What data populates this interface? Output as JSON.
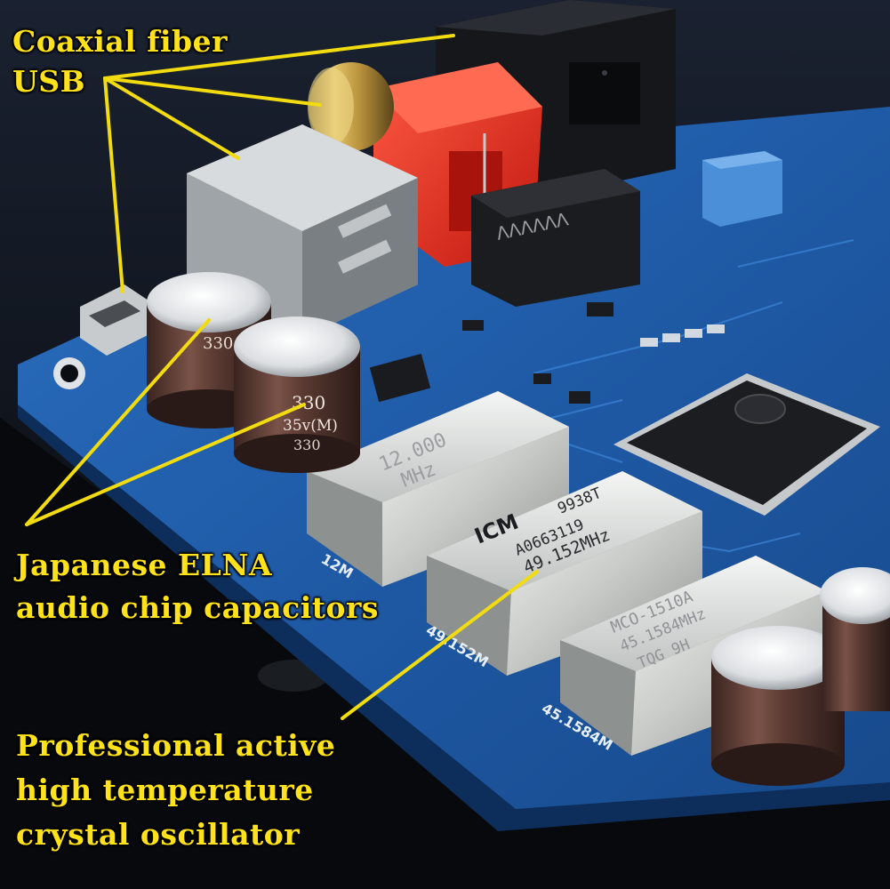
{
  "callouts": {
    "inputs": [
      "Coaxial fiber",
      "USB"
    ],
    "capacitors": [
      "Japanese ELNA",
      "audio chip capacitors"
    ],
    "oscillator": [
      "Professional active",
      "high temperature",
      "crystal oscillator"
    ]
  },
  "component_markings": {
    "crystal_12m": [
      "12.000",
      "MHz"
    ],
    "crystal_49m_brand": "ICM",
    "crystal_49m": [
      "9938T",
      "A0663119",
      "49.152MHz"
    ],
    "crystal_45m": [
      "MCO-1510A",
      "45.1584MHz",
      "TQG 9H"
    ],
    "capacitor": [
      "330",
      "35v(M)",
      "330"
    ],
    "silkscreen": [
      "12M",
      "49.152M",
      "45.1584M"
    ]
  },
  "colors": {
    "callout_text": "#ffe21a",
    "leader_line": "#f2dc10",
    "pcb": "#1f5aa6",
    "pcb_dark": "#0d2d5a",
    "toslink_red": "#e8281e",
    "crystal_metal": "#c9ccc9",
    "capacitor_body": "#5a3a32"
  }
}
